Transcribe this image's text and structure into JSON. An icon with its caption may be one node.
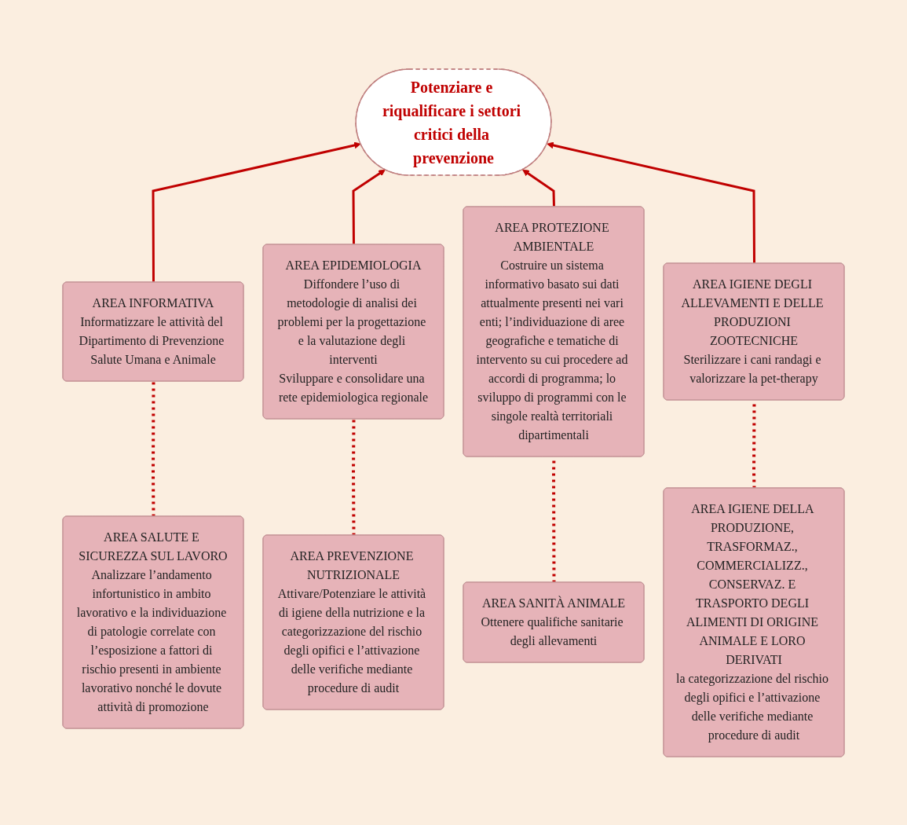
{
  "diagram": {
    "nodes": [
      {
        "text": [
          "Potenziare e riqualificare i settori critici della prevenzione"
        ]
      },
      {
        "text": [
          "AREA INFORMATIVA",
          "Informatizzare le attività del Dipartimento di Prevenzione Salute Umana e Animale"
        ]
      },
      {
        "text": [
          "AREA SALUTE E SICUREZZA SUL LAVORO",
          "Analizzare l’andamento infortunistico in ambito lavorativo e la individuazione di patologie correlate con l’esposizione a fattori di rischio presenti in ambiente lavorativo nonché le dovute attività di promozione"
        ]
      },
      {
        "text": [
          "AREA EPIDEMIOLOGIA",
          "Diffondere l’uso di metodologie di analisi dei problemi per la progettazione e la valutazione degli interventi",
          "Sviluppare e consolidare una rete epidemiologica regionale"
        ]
      },
      {
        "text": [
          "AREA PREVENZIONE NUTRIZIONALE",
          "Attivare/Potenziare le attività di igiene della nutrizione e la categorizzazione del rischio degli opifici e l’attivazione delle verifiche mediante procedure di audit"
        ]
      },
      {
        "text": [
          "AREA PROTEZIONE AMBIENTALE",
          "Costruire un sistema informativo basato sui dati attualmente presenti nei vari enti; l’individuazione di aree geografiche e tematiche di intervento su cui procedere ad accordi di programma; lo sviluppo di programmi con le singole realtà territoriali dipartimentali"
        ]
      },
      {
        "text": [
          "AREA SANITÀ ANIMALE",
          "Ottenere qualifiche sanitarie degli allevamenti"
        ]
      },
      {
        "text": [
          "AREA IGIENE DEGLI ALLEVAMENTI E DELLE PRODUZIONI ZOOTECNICHE",
          "Sterilizzare i cani randagi e valorizzare la pet-therapy"
        ]
      },
      {
        "text": [
          "AREA IGIENE DELLA PRODUZIONE, TRASFORMAZ., COMMERCIALIZZ., CONSERVAZ. E TRASPORTO DEGLI ALIMENTI DI ORIGINE ANIMALE E LORO DERIVATI",
          "la categorizzazione del rischio degli opifici e l’attivazione delle verifiche mediante procedure di audit"
        ]
      }
    ],
    "edges": [
      {
        "from": 1,
        "to": 0,
        "arrow": "to"
      },
      {
        "from": 3,
        "to": 0,
        "arrow": "to"
      },
      {
        "from": 5,
        "to": 0,
        "arrow": "to"
      },
      {
        "from": 7,
        "to": 0,
        "arrow": "to"
      },
      {
        "from": 1,
        "to": 2,
        "arrow": "none",
        "style": "dashed"
      },
      {
        "from": 3,
        "to": 4,
        "arrow": "none",
        "style": "dashed"
      },
      {
        "from": 5,
        "to": 6,
        "arrow": "none",
        "style": "dashed"
      },
      {
        "from": 7,
        "to": 8,
        "arrow": "none",
        "style": "dashed"
      }
    ]
  }
}
